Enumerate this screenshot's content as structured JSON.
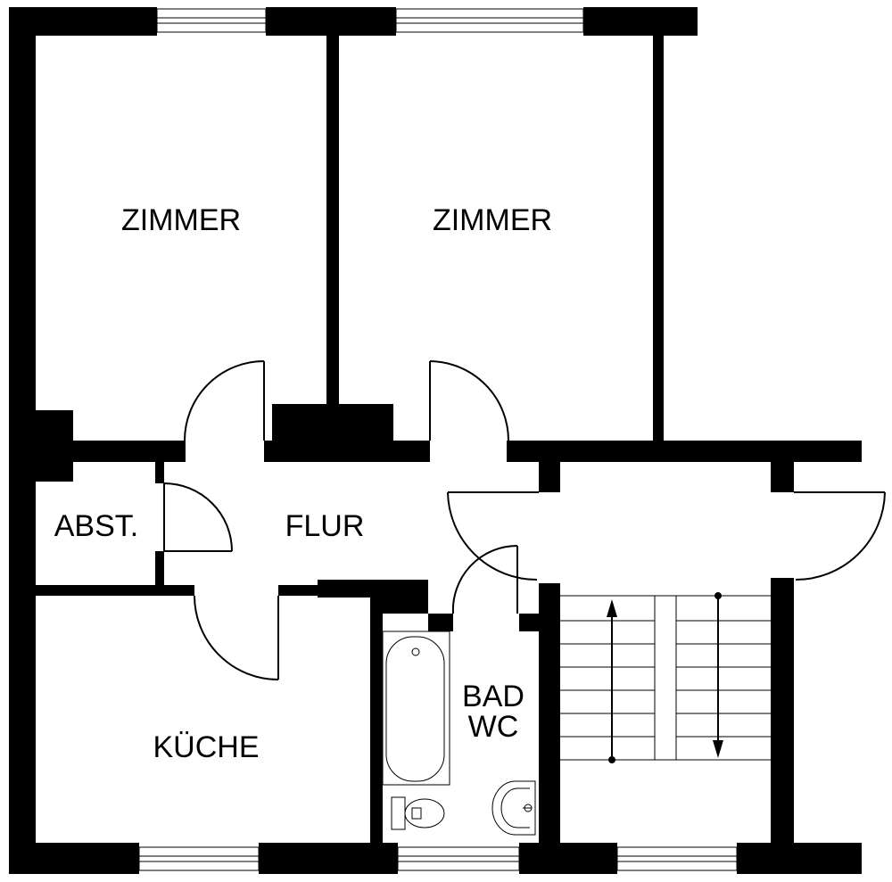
{
  "rooms": {
    "zimmer_left": "ZIMMER",
    "zimmer_right": "ZIMMER",
    "abstellraum": "ABST.",
    "flur": "FLUR",
    "kueche": "KÜCHE",
    "bad_line1": "BAD",
    "bad_line2": "WC"
  }
}
